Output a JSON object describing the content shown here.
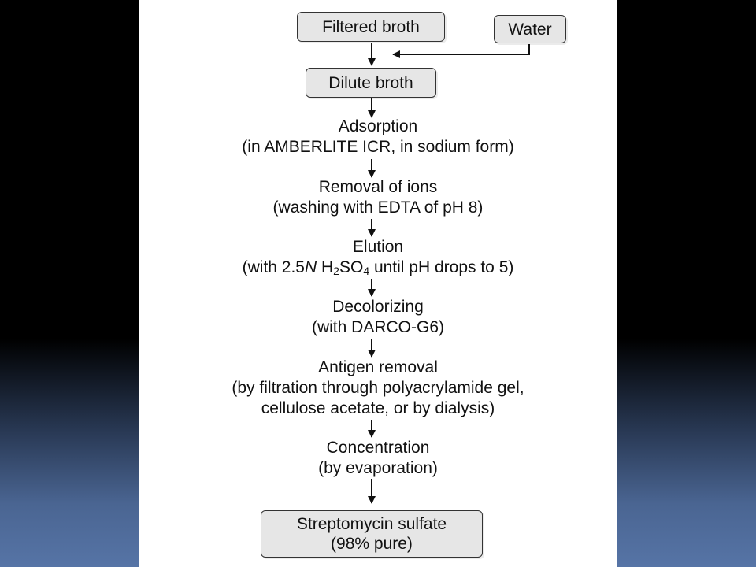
{
  "nodes": {
    "filtered_broth": "Filtered broth",
    "water": "Water",
    "dilute_broth": "Dilute broth",
    "final_line1": "Streptomycin sulfate",
    "final_line2": "(98% pure)"
  },
  "steps": [
    {
      "title": "Adsorption",
      "detail": "(in AMBERLITE ICR, in sodium form)"
    },
    {
      "title": "Removal of ions",
      "detail": "(washing with EDTA of pH 8)"
    },
    {
      "title": "Elution",
      "detail_pre": "(with 2.5",
      "detail_italic": "N",
      "detail_mid": " H",
      "detail_sub1": "2",
      "detail_mid2": "SO",
      "detail_sub2": "4",
      "detail_post": " until pH drops to 5)"
    },
    {
      "title": "Decolorizing",
      "detail": "(with DARCO-G6)"
    },
    {
      "title": "Antigen removal",
      "detail": "(by filtration through polyacrylamide gel,",
      "detail2": "cellulose acetate, or by dialysis)"
    },
    {
      "title": "Concentration",
      "detail": "(by evaporation)"
    }
  ]
}
